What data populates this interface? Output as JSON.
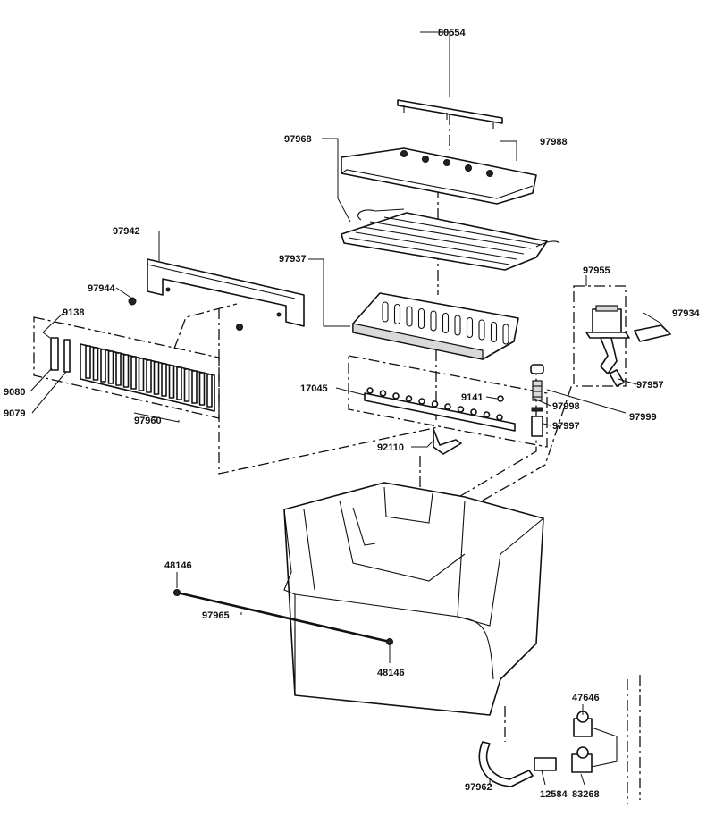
{
  "parts": {
    "p80554": "80554",
    "p97968": "97968",
    "p97988": "97988",
    "p97942": "97942",
    "p97937": "97937",
    "p97944": "97944",
    "p9138": "9138",
    "p97955": "97955",
    "p97934": "97934",
    "p9080": "9080",
    "p9079": "9079",
    "p97960": "97960",
    "p17045": "17045",
    "p9141": "9141",
    "p97998": "97998",
    "p97997": "97997",
    "p97999": "97999",
    "p97957": "97957",
    "p92110": "92110",
    "p48146_top": "48146",
    "p97965": "97965",
    "p48146_bottom": "48146",
    "p47646": "47646",
    "p97962": "97962",
    "p12584": "12584",
    "p83268": "83268"
  }
}
